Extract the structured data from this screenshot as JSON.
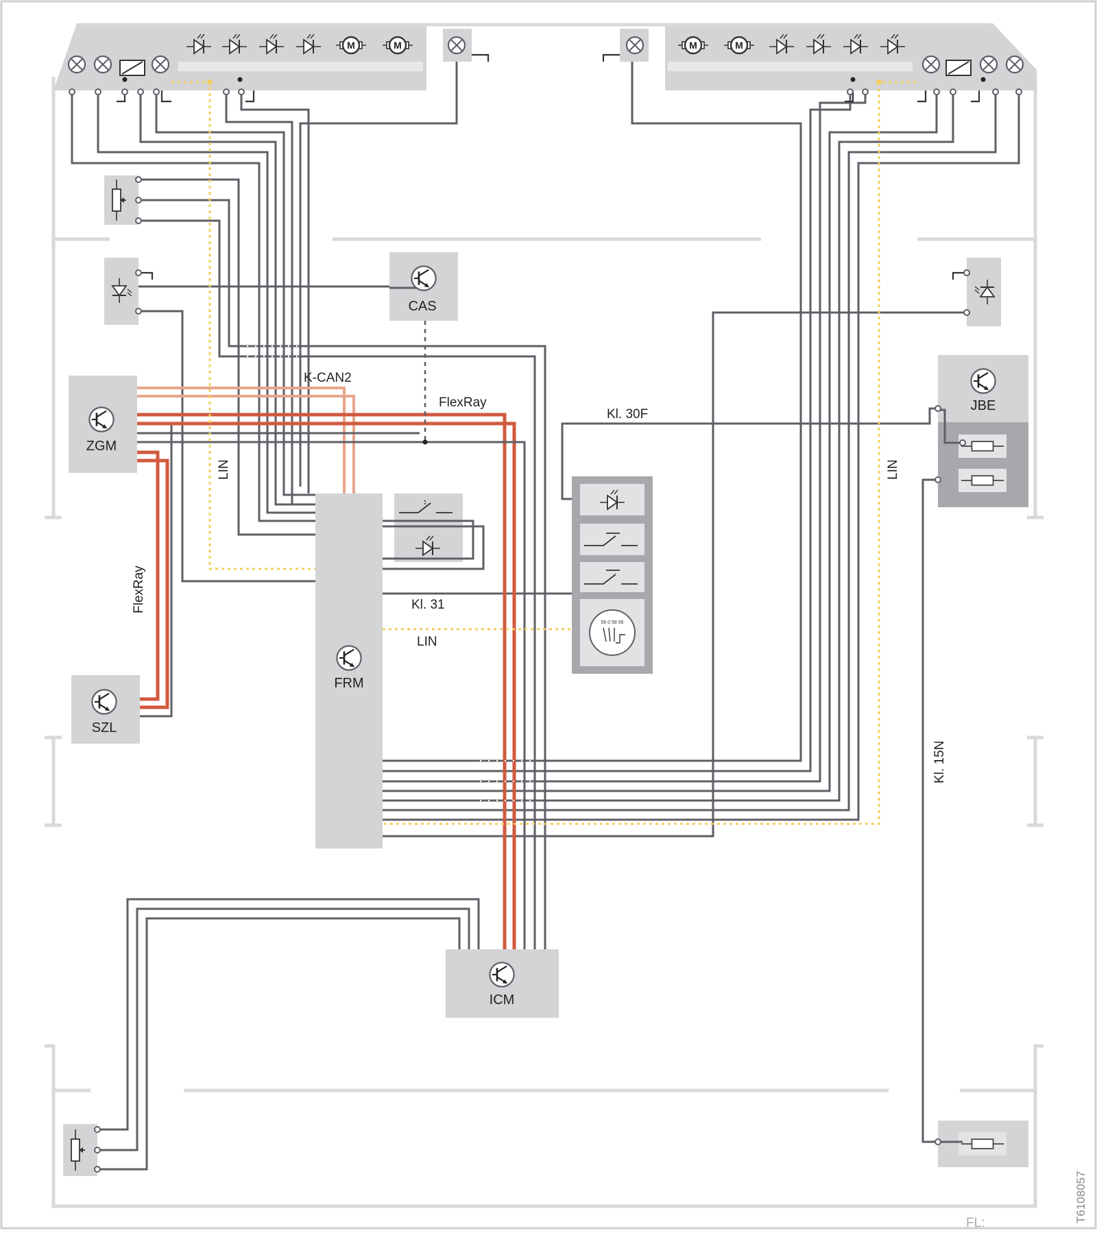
{
  "modules": {
    "cas": "CAS",
    "zgm": "ZGM",
    "szl": "SZL",
    "frm": "FRM",
    "icm": "ICM",
    "jbe": "JBE"
  },
  "labels": {
    "k_can2": "K-CAN2",
    "flexray_top": "FlexRay",
    "flexray_vertical": "FlexRay",
    "lin_left": "LIN",
    "lin_right": "LIN",
    "lin_bottom": "LIN",
    "kl_30f": "Kl. 30F",
    "kl_31": "Kl. 31",
    "kl_15n": "Kl. 15N"
  },
  "light_switch_scale": "56  0  58  56",
  "motor_symbol": "M",
  "figure_id": "T6108057",
  "footer": "FL:",
  "colors": {
    "wire": "#5f5e66",
    "flexray": "#d05a3f",
    "kcan": "#e8a58a",
    "lin": "#f2cf5e",
    "component_bg": "#d4d4d6",
    "body_outline": "#d9d9db"
  },
  "icons": [
    "transistor-icon",
    "lamp-icon",
    "led-icon",
    "motor-icon",
    "relay-icon",
    "switch-icon",
    "fuse-icon",
    "potentiometer-icon",
    "ground-icon"
  ]
}
